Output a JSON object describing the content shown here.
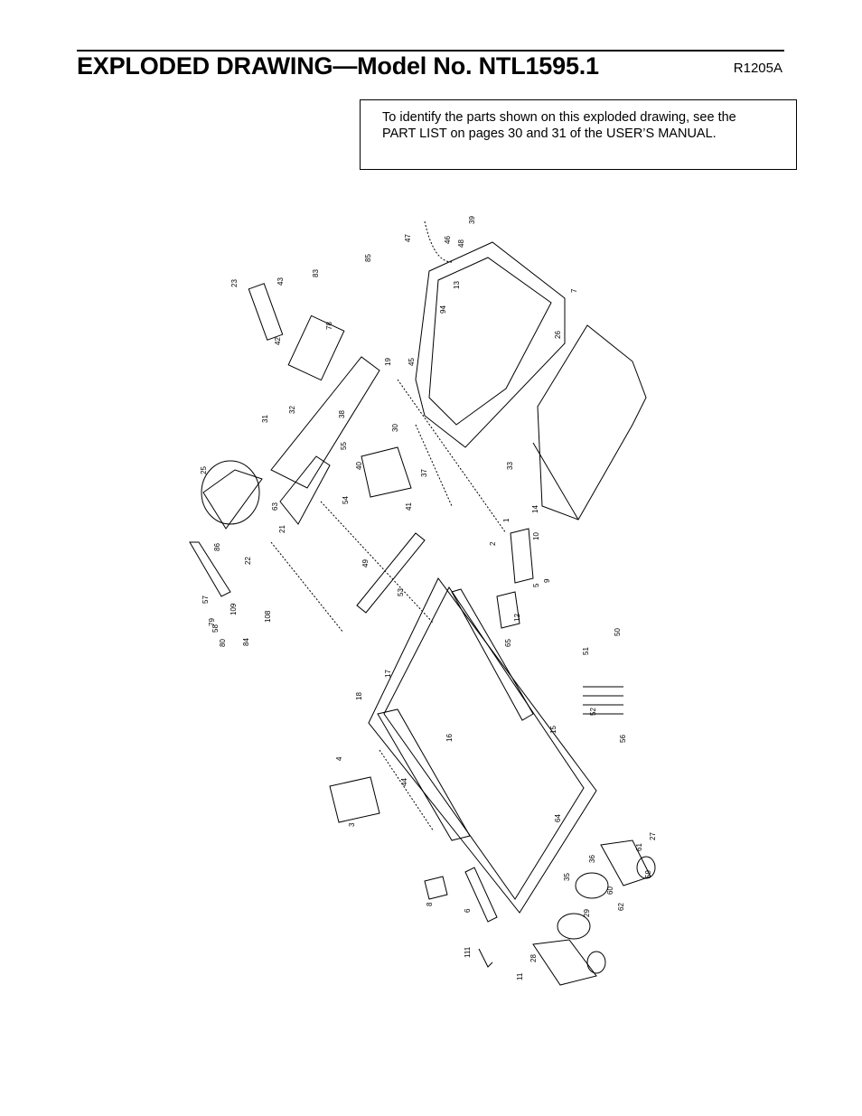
{
  "header": {
    "title": "EXPLODED DRAWING—Model No. NTL1595.1",
    "code": "R1205A"
  },
  "note": {
    "line1": "To identify the parts shown on this exploded drawing, see the",
    "line2": "PART LIST on pages 30 and 31 of the USER’S MANUAL."
  },
  "callouts": [
    "1",
    "2",
    "3",
    "4",
    "5",
    "6",
    "7",
    "8",
    "9",
    "10",
    "11",
    "12",
    "13",
    "14",
    "15",
    "16",
    "17",
    "18",
    "19",
    "21",
    "22",
    "23",
    "25",
    "26",
    "27",
    "28",
    "29",
    "30",
    "31",
    "32",
    "33",
    "35",
    "36",
    "37",
    "38",
    "39",
    "40",
    "41",
    "42",
    "43",
    "44",
    "45",
    "46",
    "47",
    "48",
    "49",
    "50",
    "51",
    "52",
    "53",
    "54",
    "55",
    "56",
    "57",
    "58",
    "59",
    "60",
    "61",
    "62",
    "63",
    "64",
    "65",
    "78",
    "79",
    "80",
    "83",
    "84",
    "85",
    "86",
    "94",
    "108",
    "109",
    "111"
  ]
}
